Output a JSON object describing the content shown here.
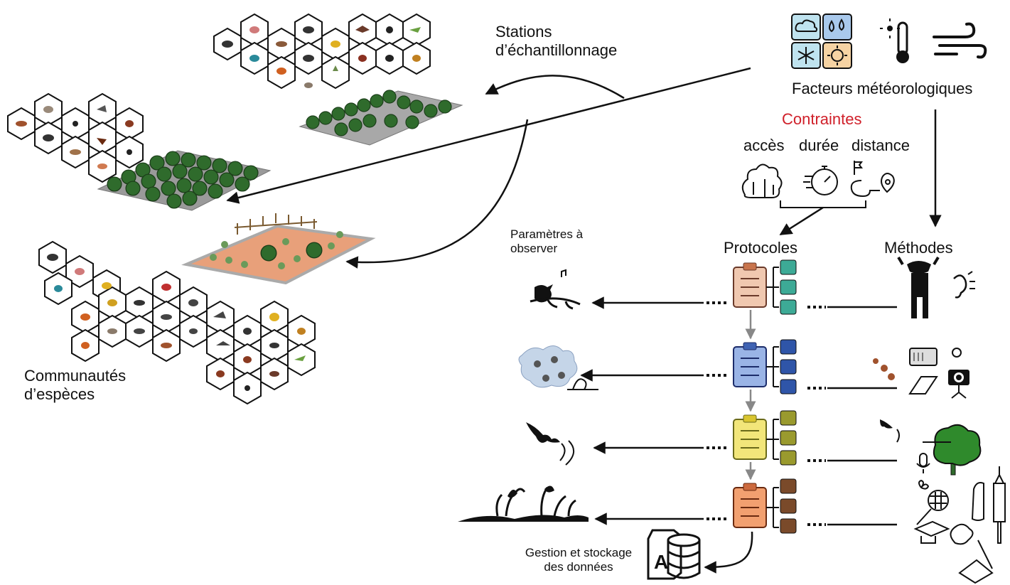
{
  "labels": {
    "stations": [
      "Stations",
      "d’échantillonnage"
    ],
    "weather": "Facteurs météorologiques",
    "constraints_title": "Contraintes",
    "constraints": [
      "accès",
      "durée",
      "distance"
    ],
    "protocols": "Protocoles",
    "methods": "Méthodes",
    "params": [
      "Paramètres à",
      "observer"
    ],
    "communities": [
      "Communautés",
      "d’espèces"
    ],
    "data_mgmt": [
      "Gestion et stockage",
      "des données"
    ]
  },
  "colors": {
    "accent_red": "#d0202a",
    "protocol_colors": [
      "#c8744c",
      "#3f63b3",
      "#d9c530",
      "#cc6a3e"
    ],
    "check_colors": [
      "#3daa96",
      "#2f55a8",
      "#9a9a2e",
      "#7a4a2a"
    ],
    "vegetation": "#2f6b2c",
    "ground": "#9c9c9c",
    "sand": "#e8a07a"
  },
  "icons": {
    "weather": [
      "cloud-icon",
      "rain-drops-icon",
      "snowflake-icon",
      "sun-icon",
      "thermometer-icon",
      "wind-icon"
    ],
    "constraints": [
      "dense-forest-icon",
      "stopwatch-icon",
      "route-pin-icon"
    ],
    "parameters": [
      "singing-bird-icon",
      "tracks-and-hair-icon",
      "bat-echolocation-icon",
      "plants-insects-icon"
    ],
    "methods": [
      "observer-listening-icon",
      "trap-and-camera-icon",
      "acoustic-recorder-icon",
      "nets-and-traps-icon"
    ],
    "data": "database-icon"
  }
}
